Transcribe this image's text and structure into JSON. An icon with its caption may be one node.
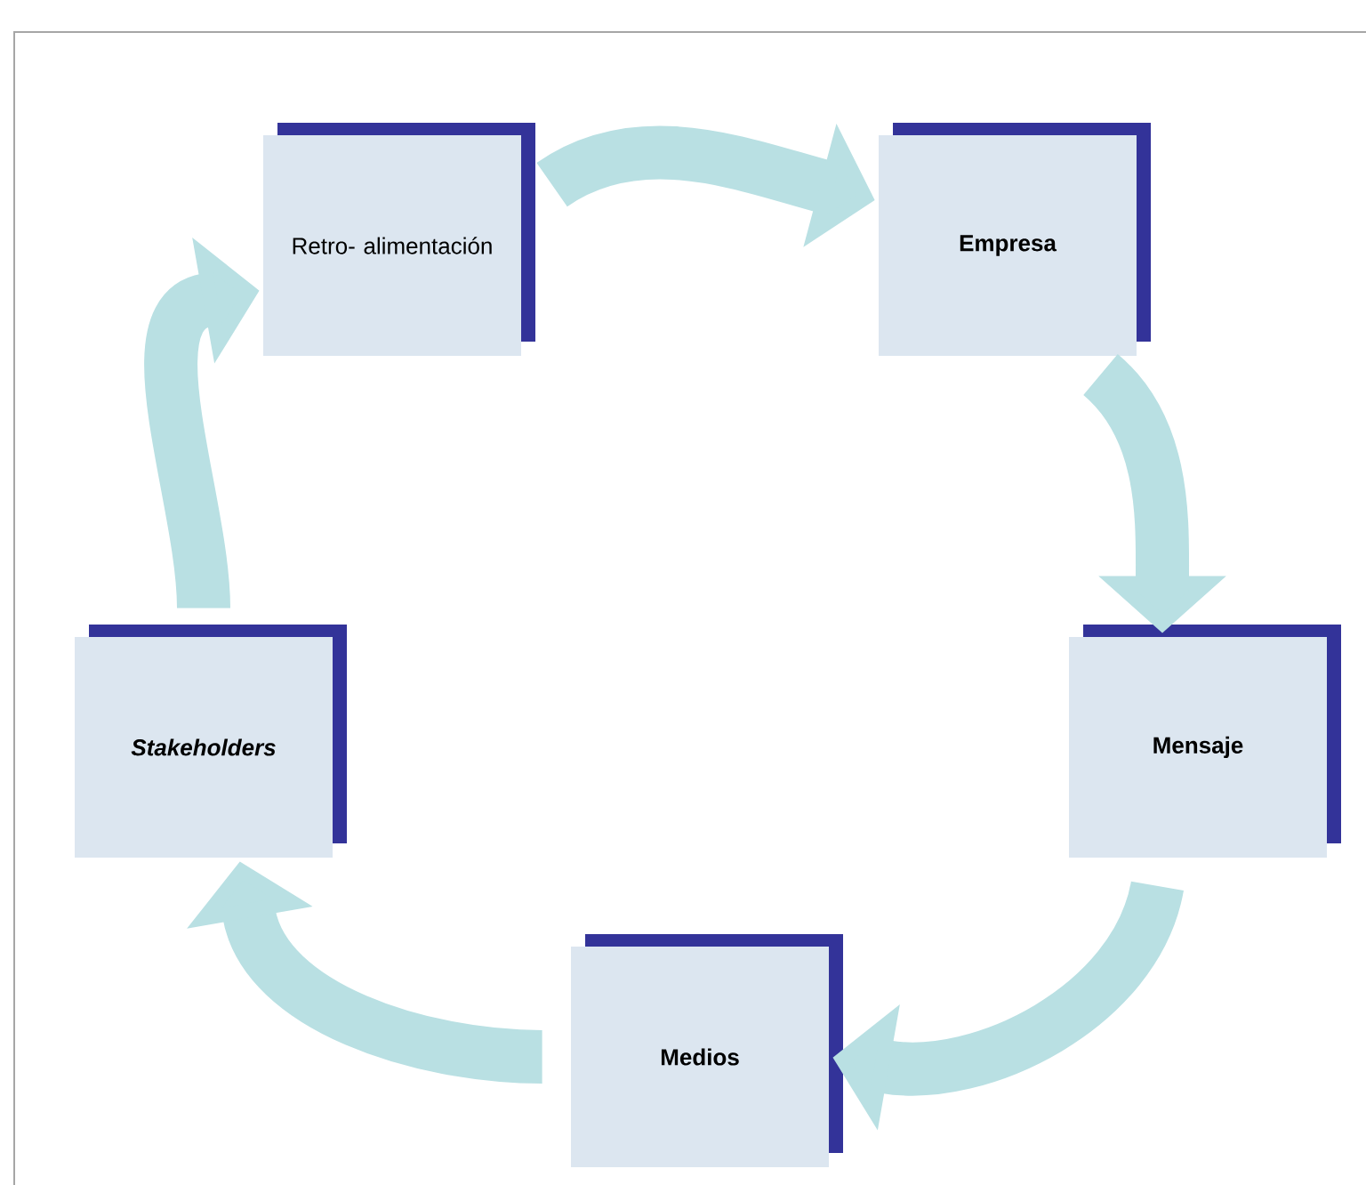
{
  "diagram": {
    "nodes": [
      {
        "text": [
          "Retro- alimentación"
        ]
      },
      {
        "text": [
          "Empresa"
        ]
      },
      {
        "text": [
          "Stakeholders"
        ]
      },
      {
        "text": [
          "Mensaje"
        ]
      },
      {
        "text": [
          "Medios"
        ]
      }
    ],
    "edges": [
      {
        "from": 0,
        "to": 1,
        "arrow": "to"
      },
      {
        "from": 1,
        "to": 3,
        "arrow": "to"
      },
      {
        "from": 3,
        "to": 4,
        "arrow": "to"
      },
      {
        "from": 4,
        "to": 2,
        "arrow": "to"
      },
      {
        "from": 2,
        "to": 0,
        "arrow": "to"
      }
    ]
  }
}
